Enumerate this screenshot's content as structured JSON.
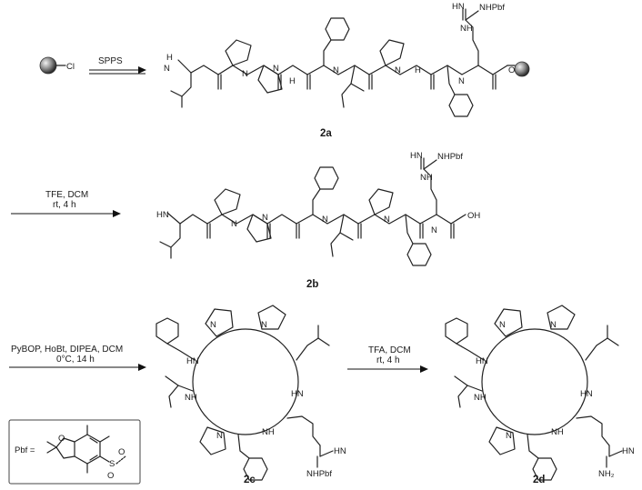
{
  "scheme": {
    "resin_label": "Cl",
    "step1": {
      "reagent": "SPPS"
    },
    "step2": {
      "line1": "TFE, DCM",
      "line2": "rt, 4 h"
    },
    "step3": {
      "line1": "PyBOP, HoBt, DIPEA, DCM",
      "line2": "0°C, 14 h"
    },
    "step4": {
      "line1": "TFA, DCM",
      "line2": "rt, 4 h"
    },
    "compounds": {
      "c2a": "2a",
      "c2b": "2b",
      "c2c": "2c",
      "c2d": "2d"
    },
    "atom_labels": {
      "nhpbf": "NHPbf",
      "hn_eq": "HN",
      "nh": "NH",
      "h": "H",
      "n": "N",
      "o": "O",
      "oh": "OH",
      "hn": "HN",
      "nh2": "NH₂",
      "s": "S",
      "o2": "O",
      "pbf": "Pbf ="
    }
  }
}
